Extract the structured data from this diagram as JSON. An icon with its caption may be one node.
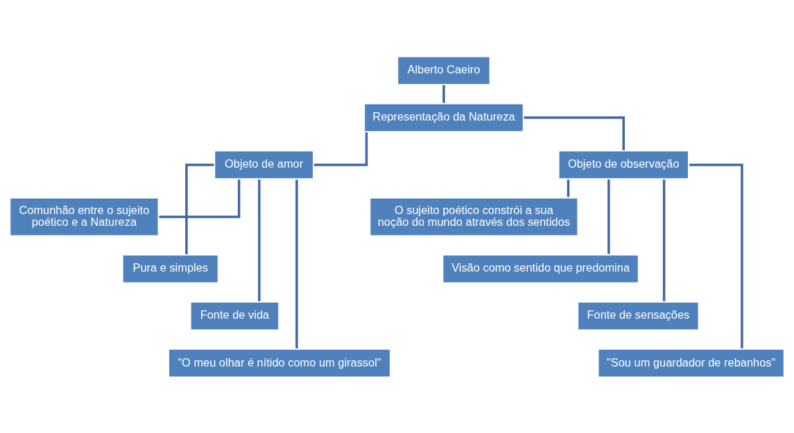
{
  "diagram": {
    "nodes": [
      {
        "text": [
          "Alberto Caeiro"
        ]
      },
      {
        "text": [
          "Representação da Natureza"
        ]
      },
      {
        "text": [
          "Objeto de amor"
        ]
      },
      {
        "text": [
          "Objeto de observação"
        ]
      },
      {
        "text": [
          "Comunhão entre o sujeito poético e a Natureza"
        ]
      },
      {
        "text": [
          "Pura e simples"
        ]
      },
      {
        "text": [
          "Fonte de vida"
        ]
      },
      {
        "text": [
          "\"O meu olhar é nítido como um girassol\""
        ]
      },
      {
        "text": [
          "O sujeito poético constrói a sua noção do mundo através dos sentidos"
        ]
      },
      {
        "text": [
          "Visão como sentido que predomina"
        ]
      },
      {
        "text": [
          "Fonte de sensações"
        ]
      },
      {
        "text": [
          "\"Sou um guardador de rebanhos\""
        ]
      }
    ],
    "edges": [
      {
        "from": 0,
        "to": 1,
        "arrow": "none"
      },
      {
        "from": 1,
        "to": 2,
        "arrow": "none"
      },
      {
        "from": 1,
        "to": 3,
        "arrow": "none"
      },
      {
        "from": 2,
        "to": 4,
        "arrow": "none"
      },
      {
        "from": 2,
        "to": 5,
        "arrow": "none"
      },
      {
        "from": 2,
        "to": 6,
        "arrow": "none"
      },
      {
        "from": 2,
        "to": 7,
        "arrow": "none"
      },
      {
        "from": 3,
        "to": 8,
        "arrow": "none"
      },
      {
        "from": 3,
        "to": 9,
        "arrow": "none"
      },
      {
        "from": 3,
        "to": 10,
        "arrow": "none"
      },
      {
        "from": 3,
        "to": 11,
        "arrow": "none"
      }
    ]
  }
}
